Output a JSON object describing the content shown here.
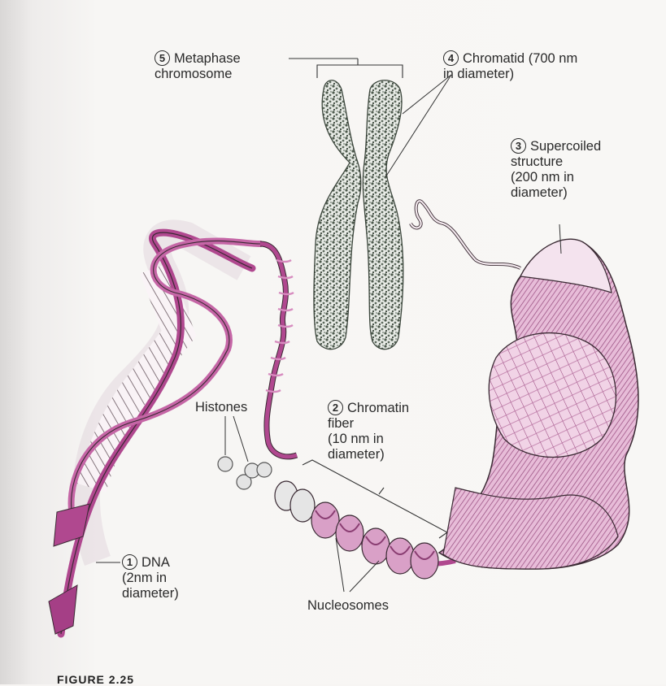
{
  "labels": {
    "metaphase": {
      "num": "5",
      "text": "Metaphase\nchromosome"
    },
    "chromatid": {
      "num": "4",
      "text": "Chromatid (700 nm\nin diameter)"
    },
    "supercoiled": {
      "num": "3",
      "text": "Supercoiled\nstructure\n(200 nm in\ndiameter)"
    },
    "chromatin": {
      "num": "2",
      "text": "Chromatin\nfiber\n(10 nm in\ndiameter)"
    },
    "histones": {
      "text": "Histones"
    },
    "dna": {
      "num": "1",
      "text": "DNA\n(2nm in\ndiameter)"
    },
    "nucleosomes": {
      "text": "Nucleosomes"
    }
  },
  "caption": "FIGURE 2.25",
  "colors": {
    "dna": "#b0488f",
    "dna_light": "#e3a9cf",
    "chromosome": "#556055",
    "supercoil": "#c98db8",
    "outline": "#3a2a33"
  }
}
